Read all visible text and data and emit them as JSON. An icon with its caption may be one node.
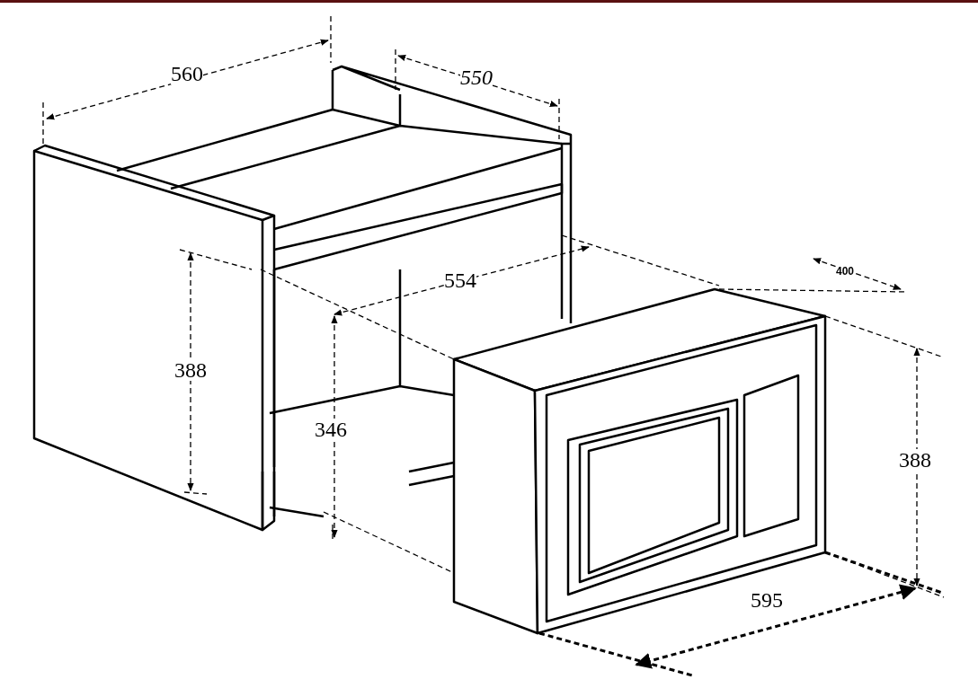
{
  "diagram": {
    "labels": [
      "560",
      "550",
      "400",
      "554",
      "388",
      "346",
      "388",
      "595"
    ]
  }
}
